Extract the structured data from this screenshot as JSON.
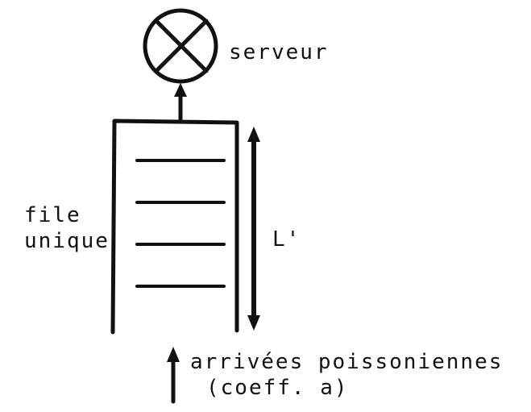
{
  "labels": {
    "server": "serveur",
    "queue_line1": "file",
    "queue_line2": "unique",
    "length": "L'",
    "arrivals_line1": "arrivées poissoniennes",
    "arrivals_line2": "(coeff. a)"
  },
  "queue": {
    "waiting_items": 4
  },
  "icons": {
    "server": "circle-cross-icon"
  },
  "colors": {
    "ink": "#111111",
    "background": "#ffffff"
  }
}
